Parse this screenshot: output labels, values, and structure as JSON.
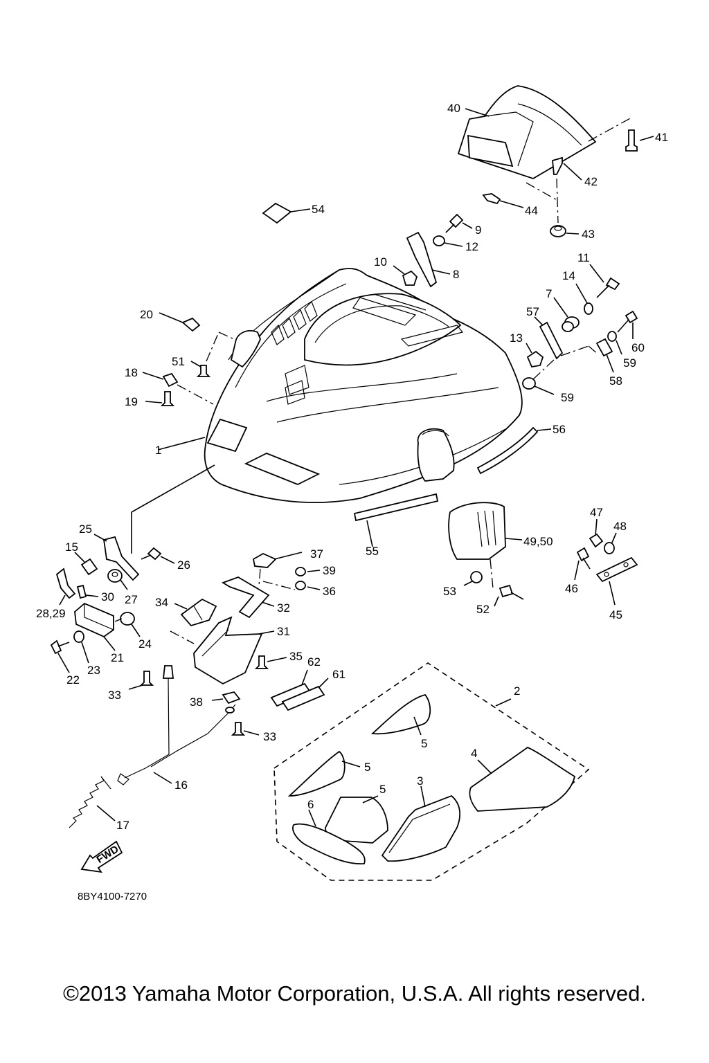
{
  "diagram": {
    "drawing_code": "8BY4100-7270",
    "fwd_label": "FWD",
    "copyright": "©2013 Yamaha Motor Corporation, U.S.A. All rights reserved.",
    "labels": {
      "l1": "1",
      "l2": "2",
      "l3": "3",
      "l4": "4",
      "l5a": "5",
      "l5b": "5",
      "l5c": "5",
      "l6": "6",
      "l7": "7",
      "l8": "8",
      "l9": "9",
      "l10": "10",
      "l11": "11",
      "l12": "12",
      "l13": "13",
      "l14": "14",
      "l15": "15",
      "l16": "16",
      "l17": "17",
      "l18": "18",
      "l19": "19",
      "l20": "20",
      "l21": "21",
      "l22": "22",
      "l23": "23",
      "l24": "24",
      "l25": "25",
      "l26": "26",
      "l27": "27",
      "l28_29": "28,29",
      "l30": "30",
      "l31": "31",
      "l32": "32",
      "l33a": "33",
      "l33b": "33",
      "l34": "34",
      "l35": "35",
      "l36": "36",
      "l37": "37",
      "l38": "38",
      "l39": "39",
      "l40": "40",
      "l41": "41",
      "l42": "42",
      "l43": "43",
      "l44": "44",
      "l45": "45",
      "l46": "46",
      "l47": "47",
      "l48": "48",
      "l49_50": "49,50",
      "l51": "51",
      "l52": "52",
      "l53": "53",
      "l54": "54",
      "l55": "55",
      "l56": "56",
      "l57": "57",
      "l58": "58",
      "l59a": "59",
      "l59b": "59",
      "l60": "60",
      "l61": "61",
      "l62": "62"
    }
  }
}
